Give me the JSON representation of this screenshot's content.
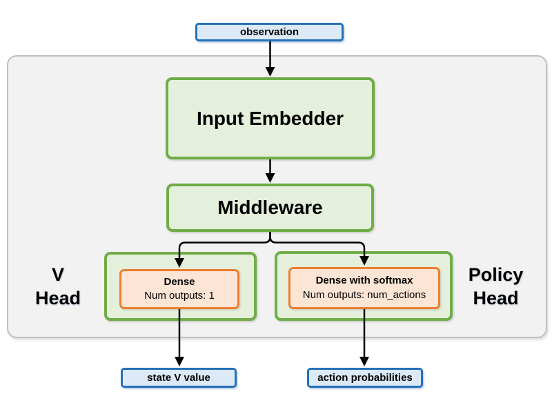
{
  "diagram": {
    "nodes": {
      "observation": {
        "label": "observation"
      },
      "input_embedder": {
        "label": "Input Embedder"
      },
      "middleware": {
        "label": "Middleware"
      },
      "v_head": {
        "line1": "V",
        "line2": "Head"
      },
      "policy_head": {
        "line1": "Policy",
        "line2": "Head"
      },
      "dense": {
        "title": "Dense",
        "subtitle": "Num outputs: 1"
      },
      "dense_softmax": {
        "title": "Dense with softmax",
        "subtitle": "Num outputs: num_actions"
      },
      "state_v_value": {
        "label": "state V value"
      },
      "action_probabilities": {
        "label": "action probabilities"
      }
    },
    "colors": {
      "io_box_border": "#2471b8",
      "io_box_fill": "#dce9f7",
      "component_border": "#70ad47",
      "component_fill": "#e5f0dc",
      "layer_border": "#ed7d31",
      "layer_fill": "#fce5d5",
      "group_fill": "#f2f2f2",
      "group_border": "#c0c0c0",
      "arrow": "#000000",
      "text": "#000000"
    }
  }
}
